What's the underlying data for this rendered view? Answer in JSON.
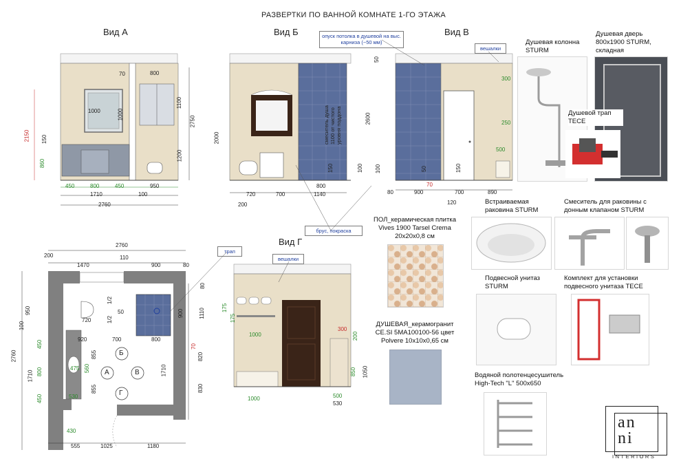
{
  "page_title": "РАЗВЕРТКИ ПО ВАННОЙ КОМНАТЕ 1-ГО ЭТАЖА",
  "views": {
    "a": {
      "title": "Вид А",
      "dims": [
        "70",
        "800",
        "1000",
        "1000",
        "1100",
        "2750",
        "1200",
        "2150",
        "150",
        "860",
        "450",
        "800",
        "450",
        "950",
        "1710",
        "100",
        "2760"
      ]
    },
    "b": {
      "title": "Вид Б",
      "dims": [
        "2000",
        "100",
        "150",
        "720",
        "700",
        "800",
        "1140",
        "200"
      ],
      "vertical_note": "смеситель душа 1100 от чистого уровня поддона"
    },
    "c": {
      "title": "Вид В",
      "dims": [
        "50",
        "2600",
        "100",
        "50",
        "300",
        "250",
        "500",
        "150",
        "80",
        "900",
        "70",
        "700",
        "890",
        "120"
      ]
    },
    "d": {
      "title": "Вид Г",
      "dims": [
        "175",
        "175",
        "1000",
        "300",
        "200",
        "850",
        "1050",
        "1000",
        "500",
        "530"
      ]
    }
  },
  "notes": {
    "ceiling": "опуск потолка в душевой на выс. карниза (~50 мм)",
    "hangers_c": "вешалки",
    "hangers_d": "вешалки",
    "beam": "брус, покраска",
    "drain": "трап"
  },
  "plan": {
    "dims_top": [
      "2760",
      "200",
      "1470",
      "110",
      "900",
      "80"
    ],
    "dims_inner": [
      "720",
      "920",
      "700",
      "800",
      "1/2",
      "1/2",
      "50",
      "900",
      "1110",
      "80",
      "70",
      "820",
      "855",
      "855",
      "475",
      "560",
      "530",
      "430",
      "450",
      "800",
      "450",
      "100",
      "950",
      "1710",
      "2760",
      "555",
      "1025",
      "1180",
      "1710",
      "830"
    ],
    "markers": [
      "Б",
      "А",
      "В",
      "Г"
    ]
  },
  "products": {
    "shower_column": "Душевая колонна STURM",
    "shower_door": "Душевая дверь 800x1900 STURM, складная",
    "drain": "Душевой трап TECE",
    "sink": "Встраиваемая раковина STURM",
    "mixer": "Смеситель для раковины с донным клапаном STURM",
    "toilet": "Подвесной унитаз STURM",
    "install_kit": "Комплект для установки подвесного унитаза TECE",
    "towel_rail": "Водяной полотенцесушитель High-Tech \"L\" 500x650"
  },
  "materials": {
    "floor": "ПОЛ_керамическая плитка Vives 1900 Tarsel Crema 20x20x0,8 см",
    "shower": "ДУШЕВАЯ_керамогранит CE.SI 5MA100100-56 цвет Polvere 10x10x0,65 см"
  },
  "logo": {
    "line1": "an",
    "line2": "ni",
    "sub": "INTERIORS"
  },
  "colors": {
    "wall": "#e9dfc8",
    "tile": "#5a6e9c",
    "door": "#3a2418",
    "plan_wall": "#808080"
  }
}
